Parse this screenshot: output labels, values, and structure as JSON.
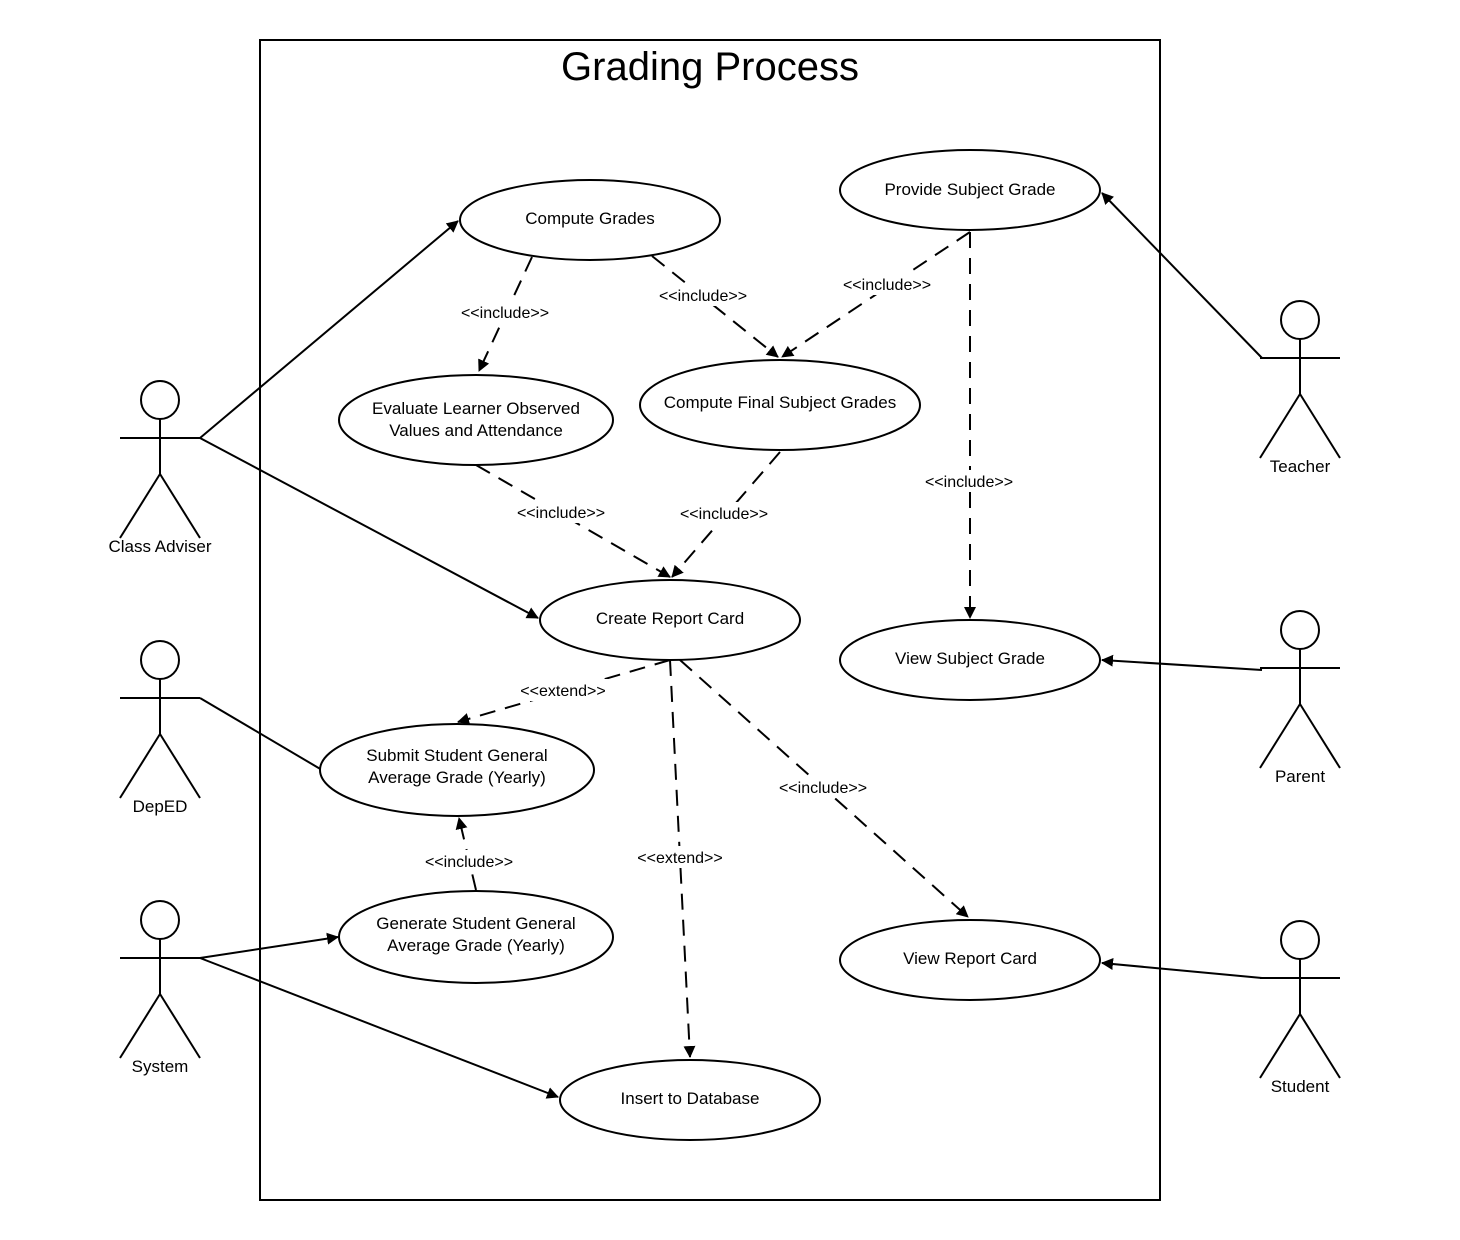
{
  "diagram": {
    "title": "Grading Process",
    "actors": {
      "class_adviser": "Class Adviser",
      "deped": "DepED",
      "system": "System",
      "teacher": "Teacher",
      "parent": "Parent",
      "student": "Student"
    },
    "use_cases": {
      "compute_grades": [
        "Compute Grades"
      ],
      "provide_subject_grade": [
        "Provide Subject Grade"
      ],
      "evaluate_learner": [
        "Evaluate Learner Observed",
        "Values and Attendance"
      ],
      "compute_final": [
        "Compute Final Subject Grades"
      ],
      "create_report_card": [
        "Create Report Card"
      ],
      "view_subject_grade": [
        "View Subject Grade"
      ],
      "submit_general_average": [
        "Submit Student General",
        "Average Grade (Yearly)"
      ],
      "generate_general_average": [
        "Generate Student General",
        "Average Grade (Yearly)"
      ],
      "view_report_card": [
        "View Report Card"
      ],
      "insert_database": [
        "Insert to Database"
      ]
    },
    "relation_labels": {
      "include": "<<include>>",
      "extend": "<<extend>>"
    }
  }
}
